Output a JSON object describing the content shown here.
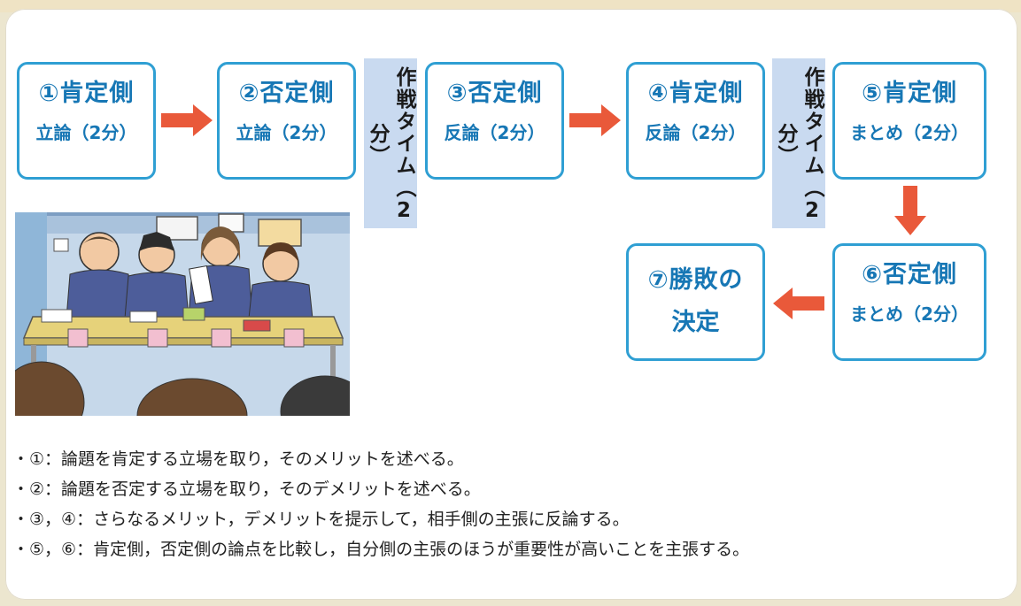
{
  "steps": [
    {
      "num": "①",
      "role": "肯定側",
      "task": "立論（2分）"
    },
    {
      "num": "②",
      "role": "否定側",
      "task": "立論（2分）"
    },
    {
      "num": "③",
      "role": "否定側",
      "task": "反論（2分）"
    },
    {
      "num": "④",
      "role": "肯定側",
      "task": "反論（2分）"
    },
    {
      "num": "⑤",
      "role": "肯定側",
      "task": "まとめ（2分）"
    },
    {
      "num": "⑥",
      "role": "否定側",
      "task": "まとめ（2分）"
    },
    {
      "num": "⑦",
      "role": "勝敗の",
      "task": "決定"
    }
  ],
  "strategy_time": "作戦タイム（2分）",
  "notes": [
    "・①：論題を肯定する立場を取り，そのメリットを述べる。",
    "・②：論題を否定する立場を取り，そのデメリットを述べる。",
    "・③，④：さらなるメリット，デメリットを提示して，相手側の主張に反論する。",
    "・⑤，⑥：肯定側，否定側の論点を比較し，自分側の主張のほうが重要性が高いことを主張する。"
  ],
  "colors": {
    "box_border": "#2f9fd3",
    "box_text": "#1777b5",
    "arrow": "#e9593a",
    "time_bg": "#c9daf0"
  }
}
